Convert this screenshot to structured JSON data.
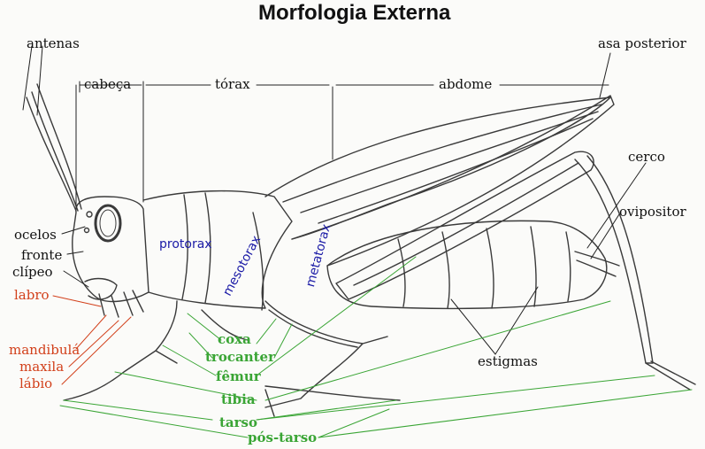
{
  "title": "Morfologia Externa",
  "colors": {
    "black": "#111111",
    "red": "#d2401b",
    "green": "#3aa535",
    "blue": "#1a1aa6"
  },
  "sections": {
    "head": "cabeça",
    "thorax": "tórax",
    "abdomen": "abdome"
  },
  "labels": {
    "antennae": "antenas",
    "hind_wing": "asa posterior",
    "cercus": "cerco",
    "ovipositor": "ovipositor",
    "ocelli": "ocelos",
    "frons": "fronte",
    "clypeus": "clípeo",
    "spiracles": "estigmas"
  },
  "mouthparts": {
    "labrum": "labro",
    "mandible": "mandibulá",
    "maxilla": "maxila",
    "labium": "lábio"
  },
  "thorax_segments": {
    "prothorax": "protorax",
    "mesothorax": "mesotorax",
    "metathorax": "metatorax"
  },
  "leg_parts": {
    "coxa": "coxa",
    "trochanter": "trocanter",
    "femur": "fêmur",
    "tibia": "tibia",
    "tarsus": "tarso",
    "post_tarsus": "pós-tarso"
  }
}
